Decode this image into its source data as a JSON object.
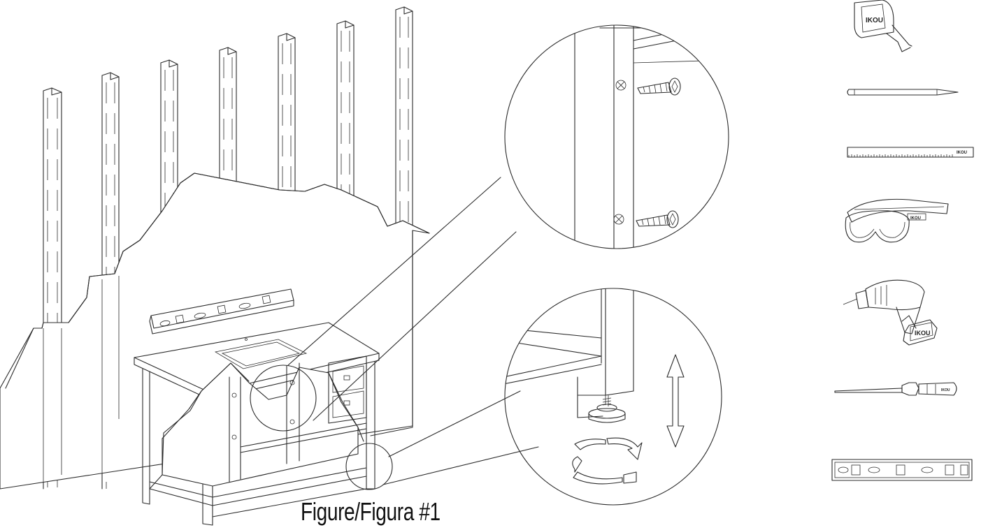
{
  "figure": {
    "caption": "Figure/Figura #1"
  },
  "tools": [
    {
      "name": "tape-measure",
      "brand": "IKOU"
    },
    {
      "name": "pencil"
    },
    {
      "name": "ruler",
      "brand": "IKOU"
    },
    {
      "name": "safety-goggles",
      "brand": "IKOU"
    },
    {
      "name": "cordless-drill",
      "brand": "IKOU"
    },
    {
      "name": "screwdriver",
      "brand": "IKOU"
    },
    {
      "name": "spirit-level"
    }
  ],
  "details": {
    "wall_screw_detail": "screws-into-wall",
    "leg_adjust_detail": "adjustable-leveling-foot"
  },
  "colors": {
    "line": "#2b2b2b",
    "background": "#ffffff"
  }
}
